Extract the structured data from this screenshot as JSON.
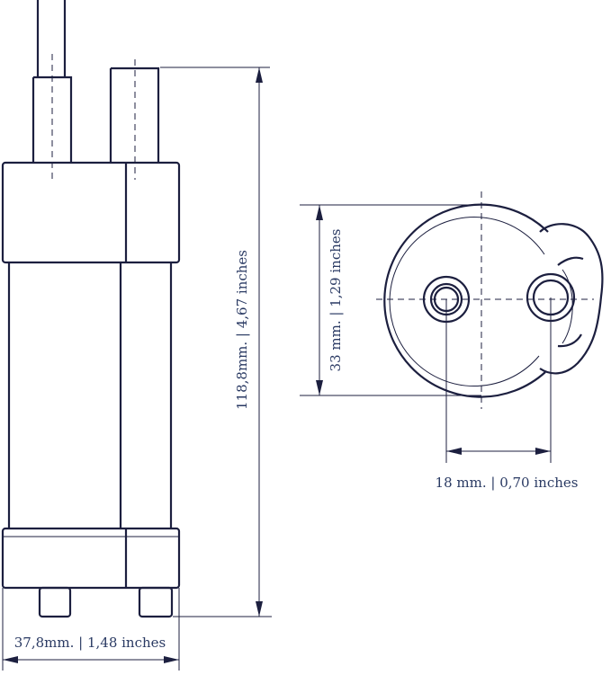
{
  "dimensions": {
    "height_label": "118,8mm. | 4,67 inches",
    "width_label": "37,8mm. | 1,48 inches",
    "end_height_label": "33 mm. | 1,29 inches",
    "port_spacing_label": "18 mm. | 0,70 inches"
  },
  "colors": {
    "line": "#1c1f3f",
    "label": "#2a3a63"
  }
}
